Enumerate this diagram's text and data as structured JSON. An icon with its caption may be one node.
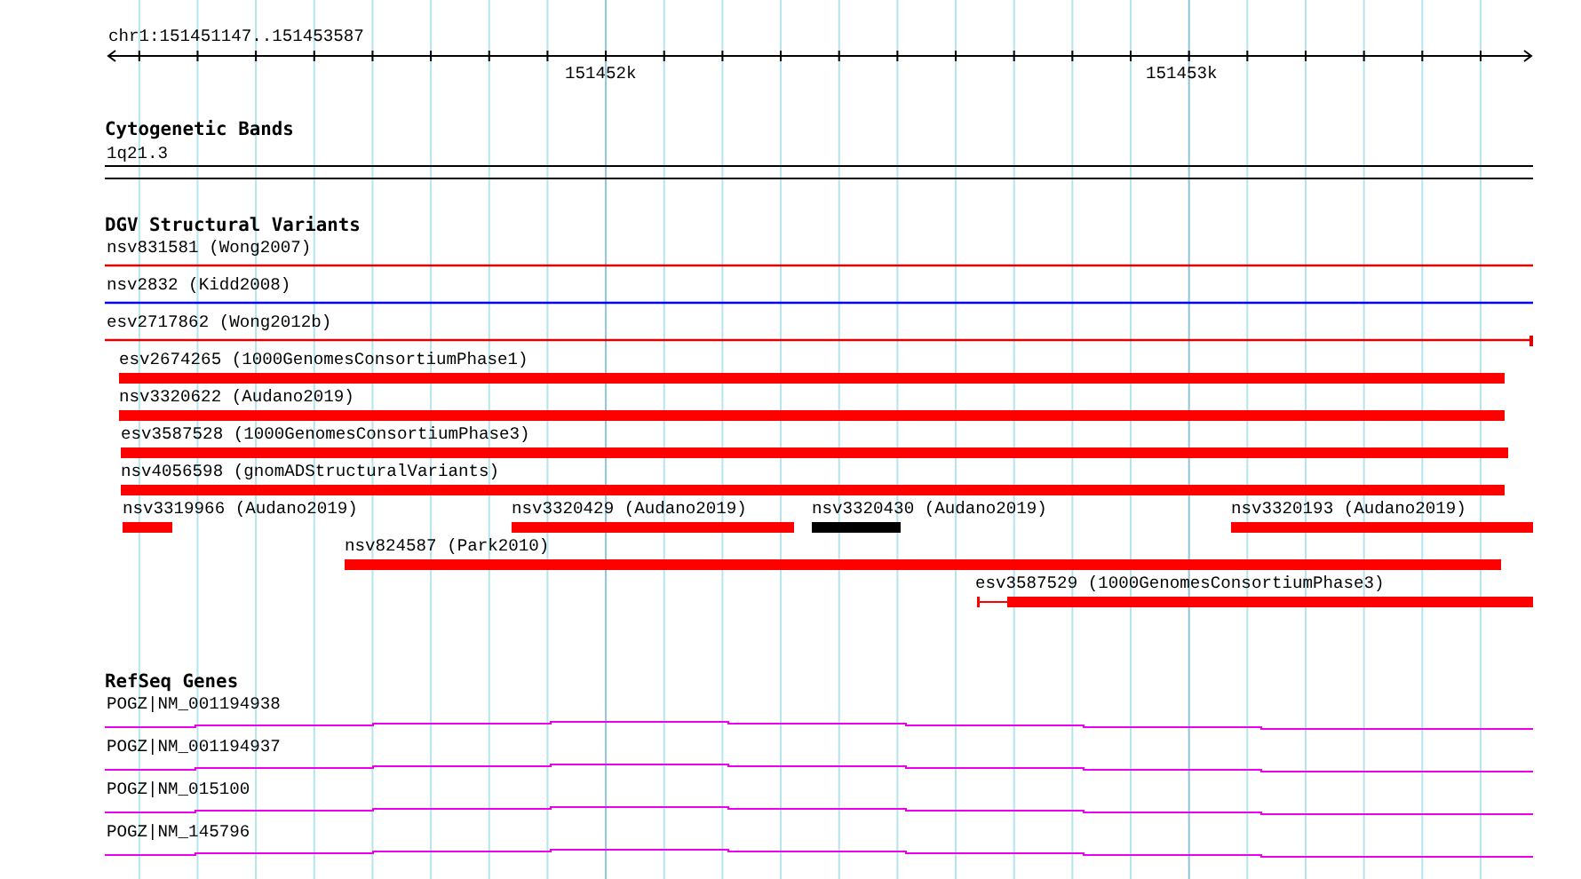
{
  "diagram": {
    "nodes": [
      {
        "text": [
          "1q21.3"
        ]
      },
      {
        "text": [
          "nsv831581 (Wong2007)"
        ]
      },
      {
        "text": [
          "nsv2832 (Kidd2008)"
        ]
      },
      {
        "text": [
          "esv2717862 (Wong2012b)"
        ]
      },
      {
        "text": [
          "esv2674265 (1000GenomesConsortiumPhase1)"
        ]
      },
      {
        "text": [
          "nsv3320622 (Audano2019)"
        ]
      },
      {
        "text": [
          "esv3587528 (1000GenomesConsortiumPhase3)"
        ]
      },
      {
        "text": [
          "nsv4056598 (gnomADStructuralVariants)"
        ]
      },
      {
        "text": [
          "nsv3319966 (Audano2019)"
        ]
      },
      {
        "text": [
          "nsv3320429 (Audano2019)"
        ]
      },
      {
        "text": [
          "nsv3320430 (Audano2019)"
        ]
      },
      {
        "text": [
          "nsv3320193 (Audano2019)"
        ]
      },
      {
        "text": [
          "nsv824587 (Park2010)"
        ]
      },
      {
        "text": [
          "esv3587529 (1000GenomesConsortiumPhase3)"
        ]
      },
      {
        "text": [
          "POGZ|NM_001194938"
        ]
      },
      {
        "text": [
          "POGZ|NM_001194937"
        ]
      },
      {
        "text": [
          "POGZ|NM_015100"
        ]
      },
      {
        "text": [
          "POGZ|NM_145796"
        ]
      }
    ],
    "edges": [],
    "labels": [
      "chr1:151451147..151453587",
      "151452k",
      "151453k",
      "Cytogenetic Bands",
      "DGV Structural Variants",
      "RefSeq Genes"
    ]
  }
}
